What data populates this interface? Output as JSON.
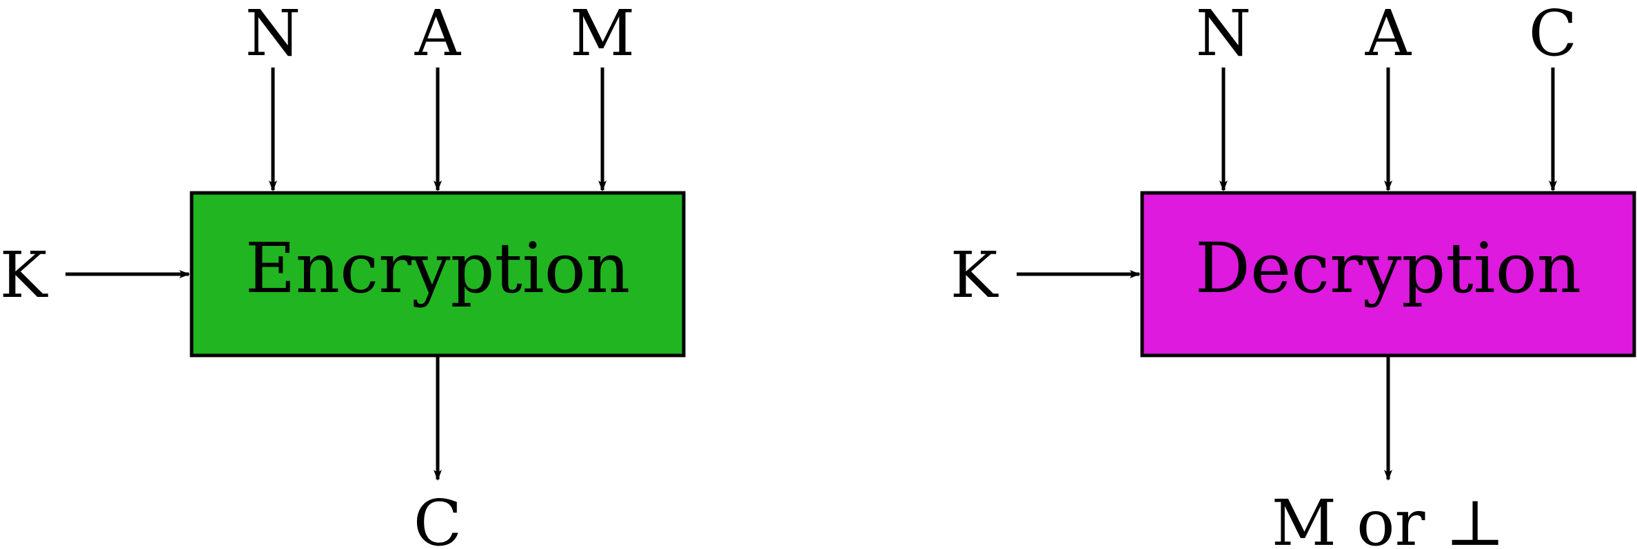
{
  "colors": {
    "encryption_fill": "#21b521",
    "decryption_fill": "#dd1add",
    "stroke": "#000000",
    "background": "#ffffff"
  },
  "encryption": {
    "box_label": "Encryption",
    "inputs_top": [
      "N",
      "A",
      "M"
    ],
    "input_left": "K",
    "output": "C"
  },
  "decryption": {
    "box_label": "Decryption",
    "inputs_top": [
      "N",
      "A",
      "C"
    ],
    "input_left": "K",
    "output": "M or ⊥"
  }
}
